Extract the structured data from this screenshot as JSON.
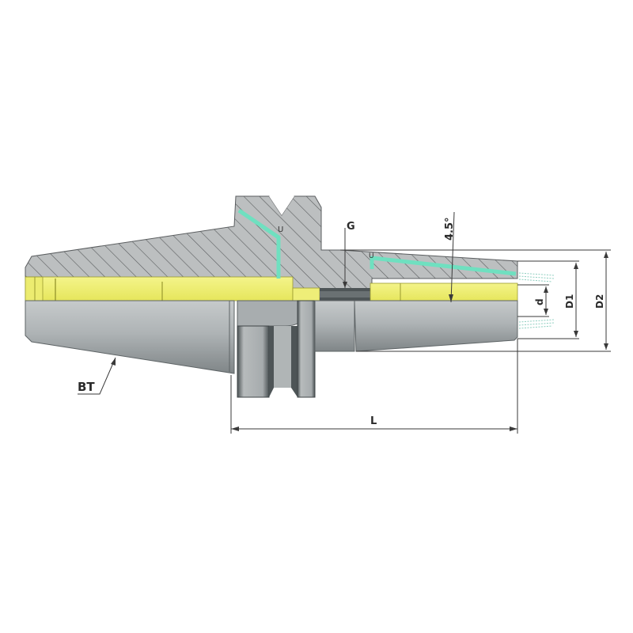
{
  "drawing": {
    "subject": "BT shank tool holder, half-section view",
    "labels": {
      "bt": "BT",
      "g": "G",
      "angle": "4.5°",
      "d": "d",
      "d1": "D1",
      "d2": "D2",
      "l": "L"
    },
    "colors": {
      "background": "#ffffff",
      "section_hatch_fill": "#b9bcbd",
      "hatch_line": "#5a5d5f",
      "bore_yellow": "#f0f07a",
      "coolant_green": "#6fe0c0",
      "body_grey": "#a9aeb0",
      "body_dark": "#5e6466",
      "dimension_line": "#3a3a3a"
    }
  }
}
